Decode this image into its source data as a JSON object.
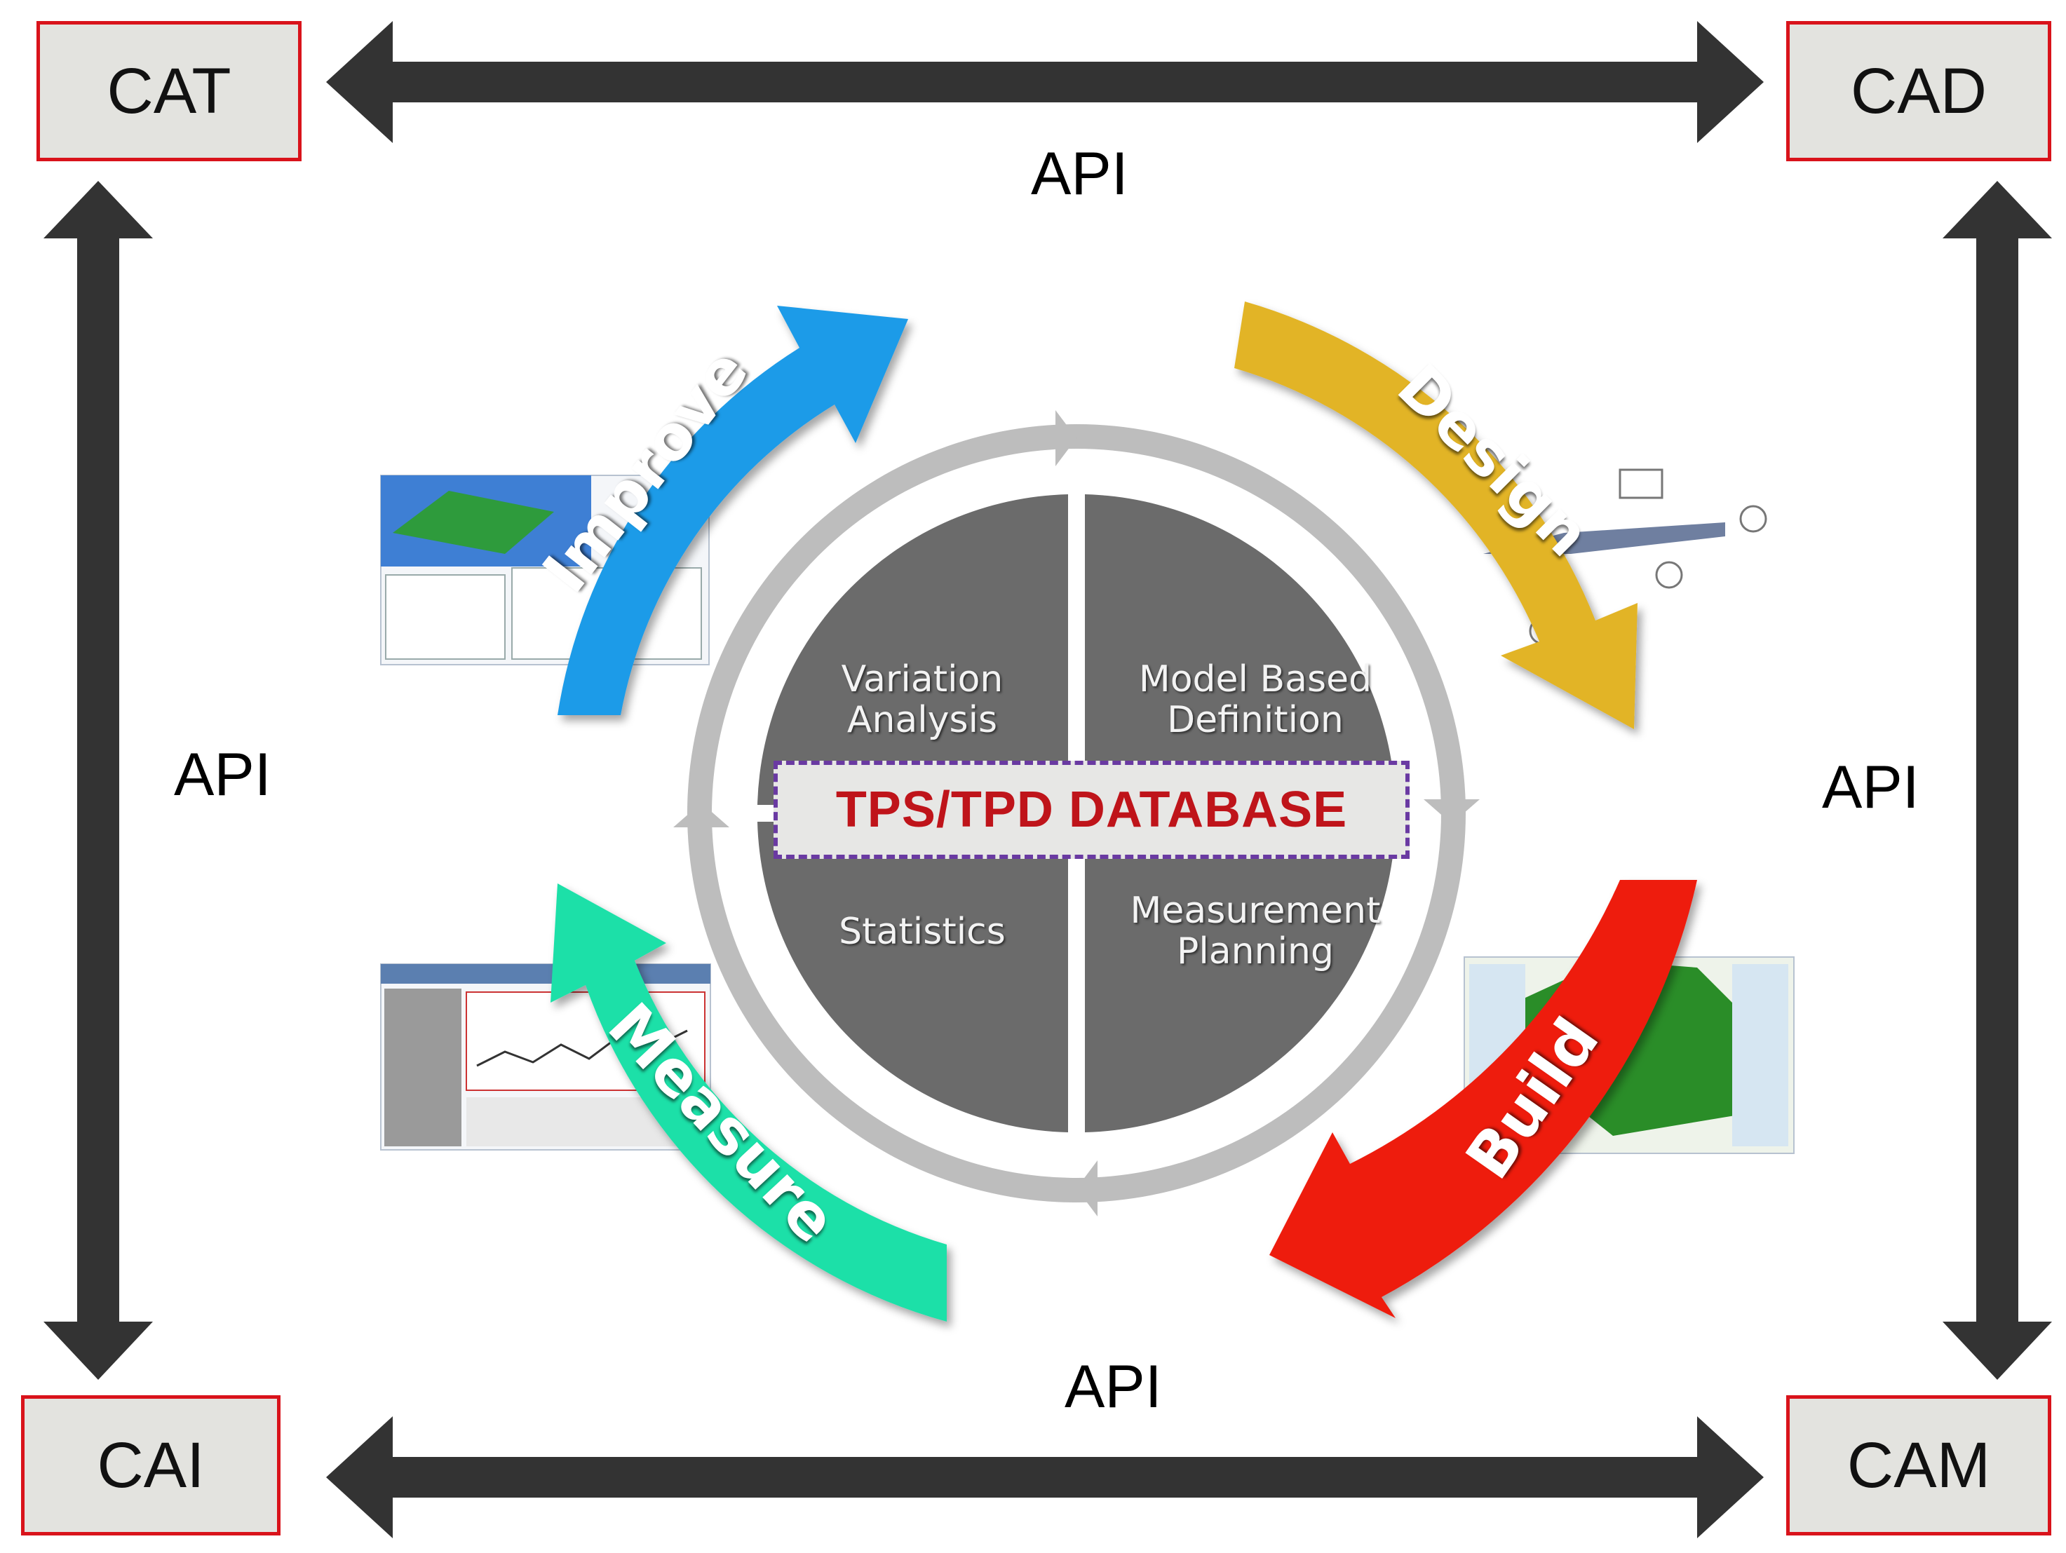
{
  "corners": {
    "top_left": "CAT",
    "top_right": "CAD",
    "bottom_left": "CAI",
    "bottom_right": "CAM"
  },
  "api_labels": {
    "top": "API",
    "left": "API",
    "right": "API",
    "bottom": "API"
  },
  "cycle": {
    "improve": "Improve",
    "design": "Design",
    "build": "Build",
    "measure": "Measure"
  },
  "quadrants": {
    "top_left": [
      "Variation",
      "Analysis"
    ],
    "top_right": [
      "Model Based",
      "Definition"
    ],
    "bottom_left": [
      "Statistics"
    ],
    "bottom_right": [
      "Measurement",
      "Planning"
    ]
  },
  "database_label": "TPS/TPD DATABASE",
  "colors": {
    "box_border": "#d9131b",
    "box_fill": "#e3e3df",
    "connector_arrow": "#333333",
    "improve": "#1e9be8",
    "design": "#e2b428",
    "build": "#ee1c10",
    "measure": "#1fe0a8",
    "quadrant_fill": "#6b6b6b",
    "ring": "#bdbdbd",
    "database_text": "#bf141a",
    "database_border": "#6a3aa2"
  }
}
